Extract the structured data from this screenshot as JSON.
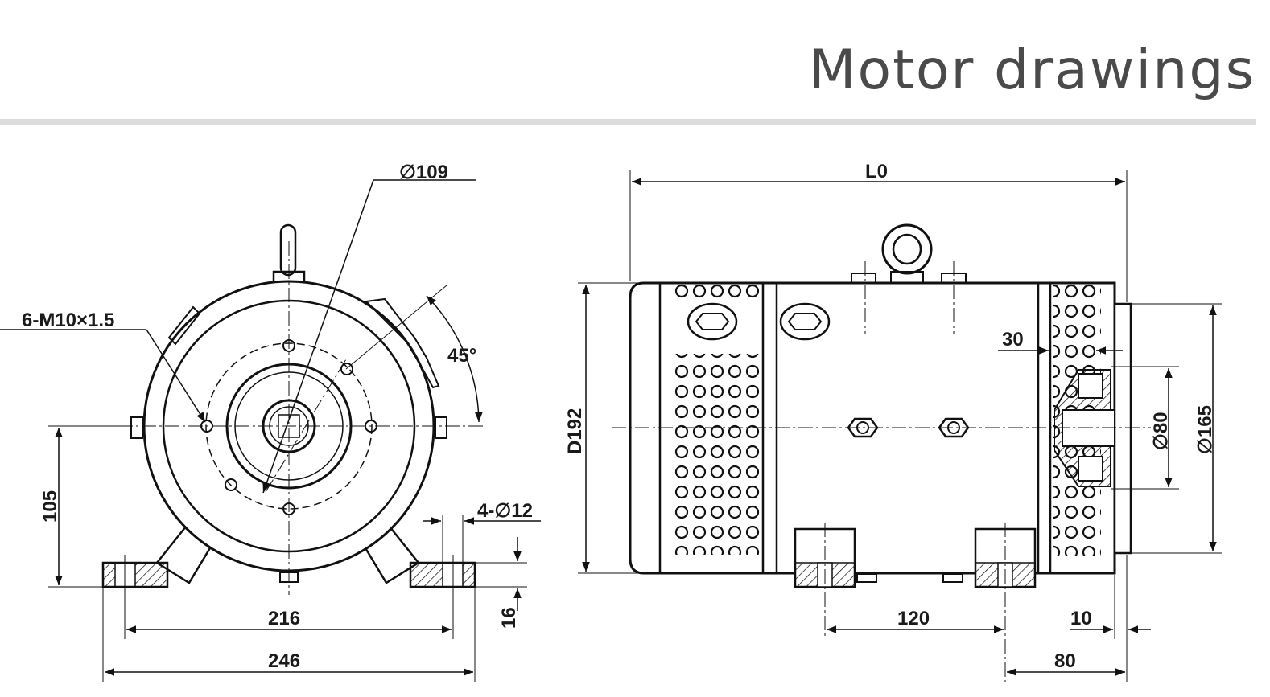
{
  "header": {
    "title": "Motor drawings"
  },
  "colors": {
    "title": "#4a4a4a",
    "rule": "#dcdcdc",
    "line": "#111111"
  },
  "front_view": {
    "dims": {
      "bolt_circle": "∅109",
      "thread": "6-M10×1.5",
      "angle": "45°",
      "shaft_height": "105",
      "foot_holes": "4-∅12",
      "foot_thickness": "16",
      "hole_spacing": "216",
      "base_width": "246"
    }
  },
  "side_view": {
    "dims": {
      "length": "L0",
      "diameter": "D192",
      "flange_offset": "30",
      "spigot": "∅80",
      "flange_dia": "∅165",
      "foot_spacing": "120",
      "spigot_depth": "10",
      "foot_to_flange": "80"
    }
  }
}
